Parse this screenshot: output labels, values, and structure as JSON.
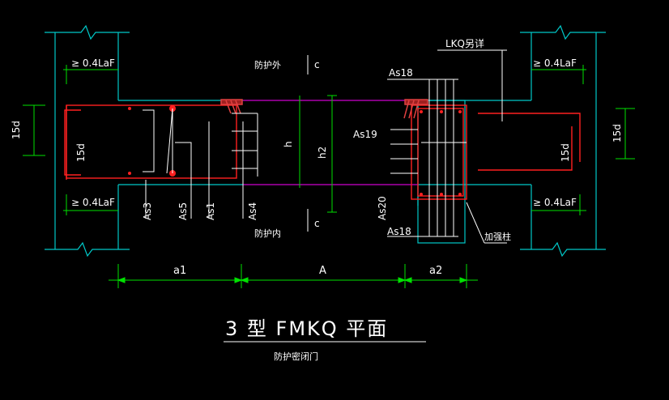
{
  "colors": {
    "background": "#000000",
    "wall": "#00c8c8",
    "rebar": "#ff2020",
    "dimension": "#00e000",
    "opening": "#ff00ff",
    "hatch": "#e04040",
    "text": "#ffffff"
  },
  "labels": {
    "anchor_top_left": "≥ 0.4LaF",
    "anchor_bottom_left": "≥ 0.4LaF",
    "anchor_top_right": "≥ 0.4LaF",
    "anchor_bottom_right": "≥ 0.4LaF",
    "dim_15d_left": "15d",
    "dim_15d_right": "15d",
    "rebar_15d_left": "15d",
    "rebar_15d_right": "15d",
    "protect_outside": "防护外",
    "protect_inside": "防护内",
    "section_c_top": "c",
    "section_c_bottom": "c",
    "as18_top": "As18",
    "as18_bottom": "As18",
    "as19": "As19",
    "as20": "As20",
    "as3": "As3",
    "as5": "As5",
    "as1": "As1",
    "as4": "As4",
    "h": "h",
    "h2": "h2",
    "lkq": "LKQ另详",
    "reinforcement_column": "加强柱",
    "dim_a1": "a1",
    "dim_a": "A",
    "dim_a2": "a2",
    "title": "3 型 FMKQ  平面",
    "subtitle": "防护密闭门"
  }
}
